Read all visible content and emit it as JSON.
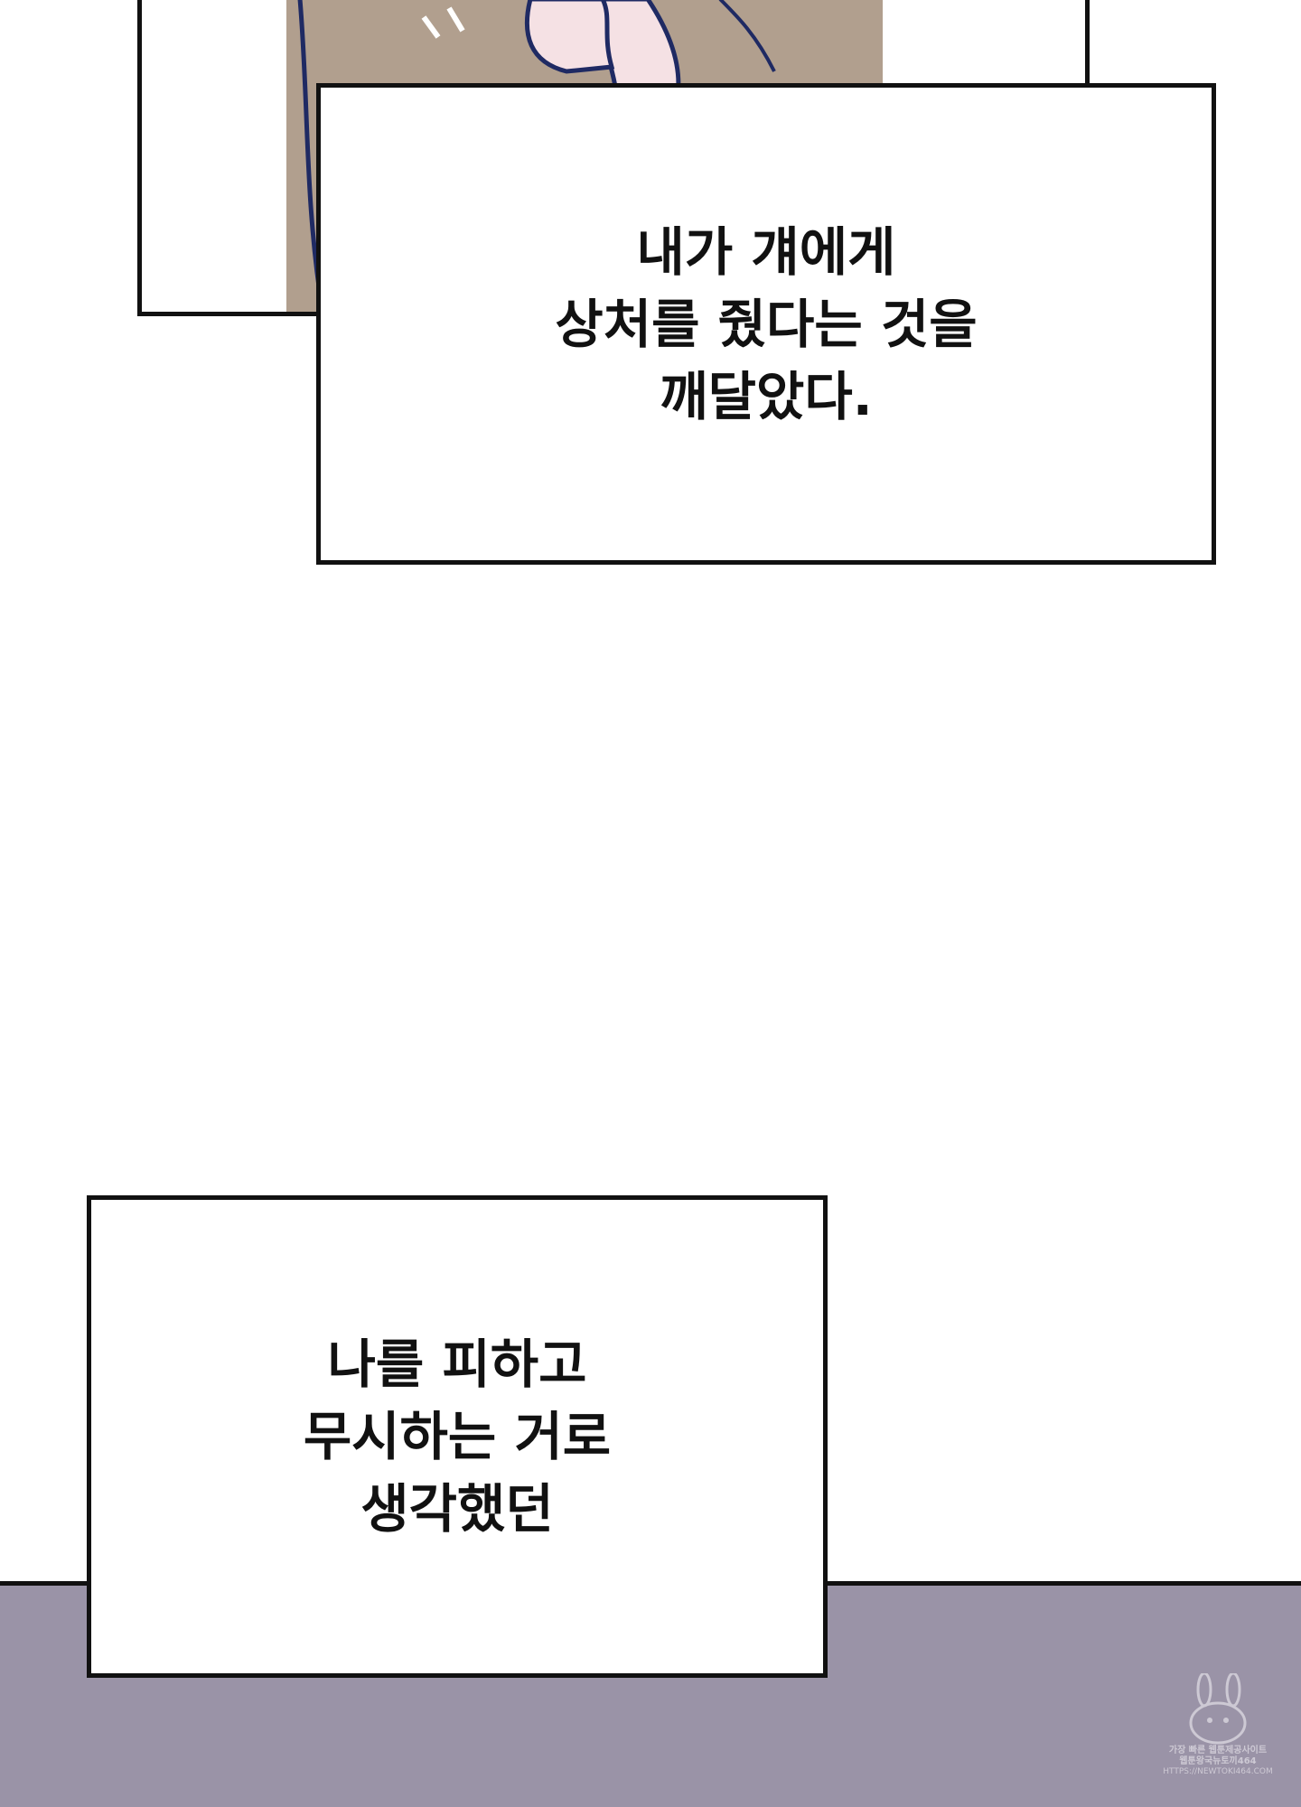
{
  "captions": [
    {
      "text": "내가 걔에게\n상처를 줬다는 것을\n깨달았다."
    },
    {
      "text": "나를 피하고\n무시하는 거로\n생각했던"
    }
  ],
  "watermark": {
    "line1": "가장 빠른 웹툰제공사이트",
    "line2": "웹툰왕국뉴토끼464",
    "url": "HTTPS://NEWTOKI464.COM",
    "icon": "bunny-mascot-icon"
  },
  "colors": {
    "floor": "#9a93a7",
    "wall": "#b19f8e",
    "outline": "#1f2a63",
    "skin": "#f5e1e4"
  }
}
